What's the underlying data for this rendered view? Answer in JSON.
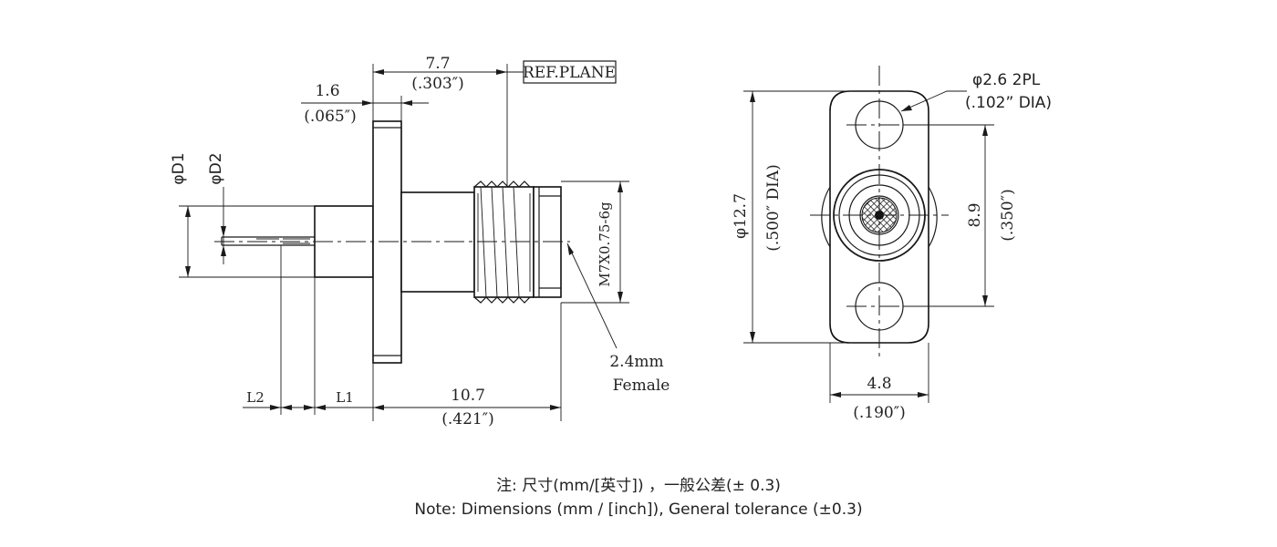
{
  "side_view": {
    "dim_7_7": "7.7",
    "dim_303": "(.303″)",
    "dim_1_6": "1.6",
    "dim_065": "(.065″)",
    "ref_plane": "REF.PLANE",
    "phi_d1": "φD1",
    "phi_d2": "φD2",
    "thread": "M7X0.75-6g",
    "interface_size": "2.4mm",
    "interface_gender": "Female",
    "dim_l2": "L2",
    "dim_l1": "L1",
    "dim_10_7": "10.7",
    "dim_421": "(.421″)"
  },
  "front_view": {
    "hole_dia": "φ2.6  2PL",
    "hole_dia_in": "(.102”  DIA)",
    "flange_dia": "φ12.7",
    "flange_dia_in": "(.500″ DIA)",
    "hole_spacing": "8.9",
    "hole_spacing_in": "(.350″)",
    "width": "4.8",
    "width_in": "(.190″)"
  },
  "notes": {
    "line_cn": "注: 尺寸(mm/[英寸]) ，一般公差(± 0.3)",
    "line_en": "Note: Dimensions (mm / [inch]), General tolerance (±0.3)"
  }
}
